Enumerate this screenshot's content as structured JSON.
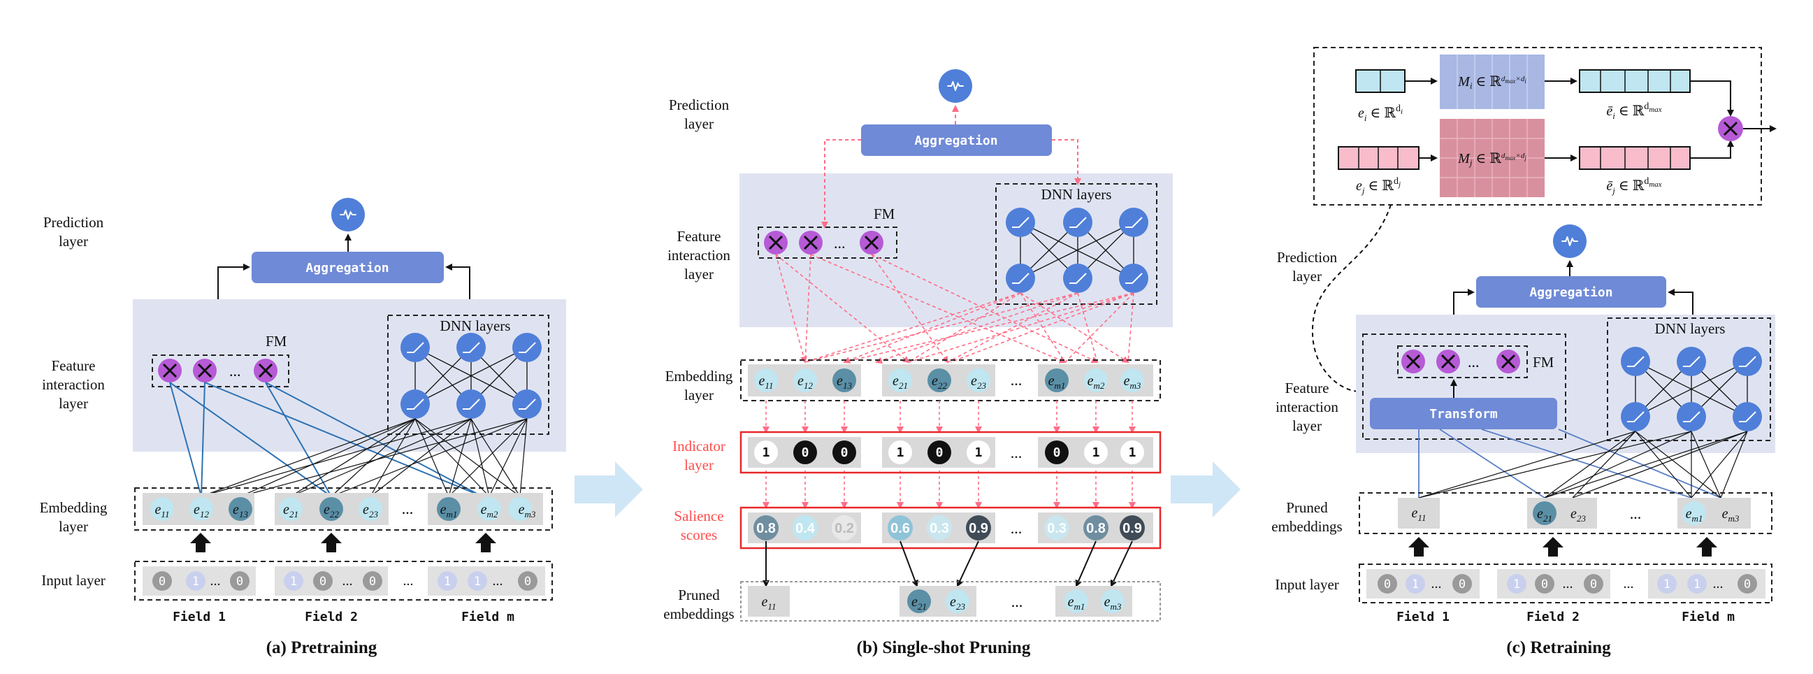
{
  "colors": {
    "band": "#dfe3f1",
    "aggregation": "#6f8ad6",
    "node": "#4f7fd9",
    "fm_node": "#b65ad6",
    "light_emb": "#bfe6f1",
    "dark_emb": "#5a8fa6",
    "red_lines": "#ff6d86",
    "blue_lines": "#2d72b4"
  },
  "common": {
    "aggregation": "Aggregation",
    "fm": "FM",
    "dnn": "DNN layers",
    "prediction": [
      "Prediction",
      "layer"
    ],
    "feature_interaction": [
      "Feature",
      "interaction",
      "layer"
    ],
    "embedding_layer": [
      "Embedding",
      "layer"
    ],
    "input_layer": "Input layer",
    "pruned": [
      "Pruned",
      "embeddings"
    ],
    "ellipsis": "...",
    "field_1": "Field 1",
    "field_2": "Field 2",
    "field_m": "Field m",
    "transform": "Transform"
  },
  "panel_a": {
    "caption": "(a) Pretraining",
    "input_bits": [
      [
        "0",
        "1",
        "0"
      ],
      [
        "1",
        "0",
        "0"
      ],
      [
        "1",
        "1",
        "0"
      ]
    ]
  },
  "panel_b": {
    "caption": "(b) Single-shot Pruning",
    "indicator_label": [
      "Indicator",
      "layer"
    ],
    "salience_label": [
      "Salience",
      "scores"
    ],
    "indicators": [
      "1",
      "0",
      "0",
      "1",
      "0",
      "1",
      "0",
      "1",
      "1"
    ],
    "scores": [
      "0.8",
      "0.4",
      "0.2",
      "0.6",
      "0.3",
      "0.9",
      "0.3",
      "0.8",
      "0.9"
    ]
  },
  "panel_c": {
    "caption": "(c) Retraining",
    "input_bits": [
      [
        "0",
        "1",
        "0"
      ],
      [
        "1",
        "0",
        "0"
      ],
      [
        "1",
        "1",
        "0"
      ]
    ]
  }
}
